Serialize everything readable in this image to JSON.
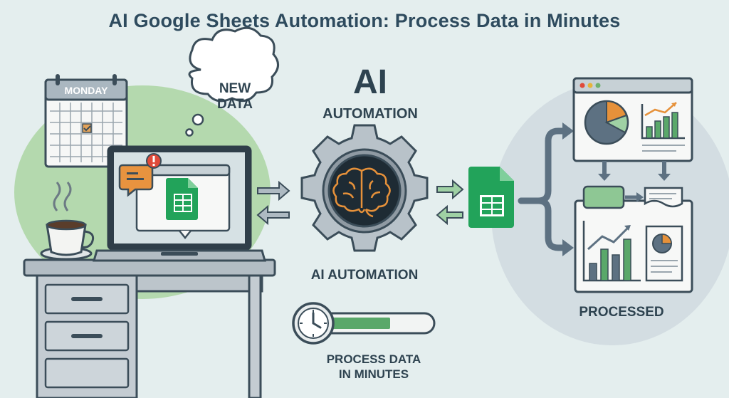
{
  "title": "AI Google Sheets Automation: Process Data in Minutes",
  "calendar": {
    "day": "MONDAY"
  },
  "bubble": {
    "line1": "NEW",
    "line2": "DATA"
  },
  "center": {
    "ai_big": "AI",
    "automation_top": "AUTOMATION",
    "automation_bottom": "AI AUTOMATION"
  },
  "timer": {
    "line1": "PROCESS DATA",
    "line2": "IN MINUTES",
    "progress": 0.6
  },
  "result": {
    "label": "PROCESSED"
  },
  "colors": {
    "background": "#e4eeee",
    "green_blob": "#a9d4a4",
    "sheets_green": "#22a35a",
    "outline": "#3b4d59",
    "arrow": "#5d7182",
    "brain_orange": "#e6913a"
  },
  "icons": [
    "calendar-icon",
    "thought-bubble-icon",
    "gear-icon",
    "brain-icon",
    "sheets-icon",
    "clock-icon",
    "coffee-cup-icon",
    "laptop-icon",
    "desk-icon",
    "dashboard-icon",
    "pie-chart-icon",
    "bar-chart-icon",
    "document-icon",
    "alert-icon"
  ]
}
